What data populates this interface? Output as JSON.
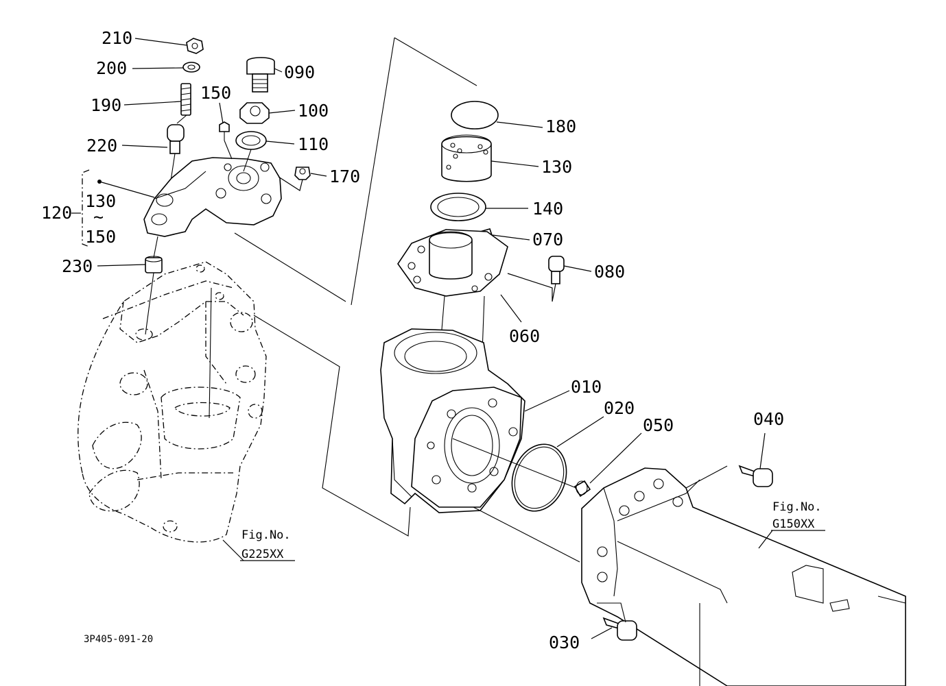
{
  "figure": {
    "drawing_number": "3P405-091-20",
    "references": [
      {
        "caption": "Fig.No.",
        "number": "G225XX"
      },
      {
        "caption": "Fig.No.",
        "number": "G150XX"
      }
    ],
    "assembly": {
      "number": "120",
      "includes_from": "130",
      "range_symbol": "~",
      "includes_to": "150"
    },
    "callouts": [
      "210",
      "200",
      "090",
      "190",
      "150",
      "100",
      "180",
      "110",
      "220",
      "170",
      "130",
      "140",
      "070",
      "230",
      "080",
      "060",
      "010",
      "020",
      "050",
      "040",
      "030"
    ]
  }
}
